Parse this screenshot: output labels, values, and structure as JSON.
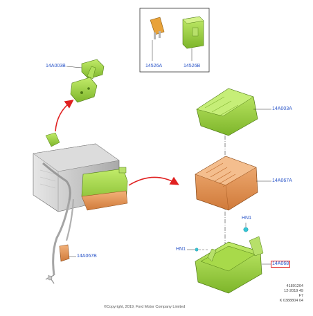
{
  "labels": {
    "fuse_mini": "14526A",
    "fuse_cartridge": "14526B",
    "bracket_top": "14A003B",
    "lid_cover": "14A003A",
    "fuse_box": "14A067A",
    "tray_base": "14A068",
    "connector_lower": "14A067B",
    "hn1_upper": "HN1",
    "hn1_left": "HN1"
  },
  "footer": {
    "ref_line1": "41801204",
    "ref_line2": "12-2019 49",
    "ref_line3": "F7",
    "ref_line4": "K 0388804 04",
    "copyright": "©Copyright, 2019, Ford Motor Company Limited"
  },
  "colors": {
    "green": "#9bd43a",
    "green_dark": "#5f8f1c",
    "orange": "#e89a5c",
    "orange_dark": "#a85a25",
    "label_blue": "#2a55c8",
    "arrow_red": "#e02020",
    "highlight_red": "#e01b1b",
    "fastener_cyan": "#33c6d6"
  }
}
